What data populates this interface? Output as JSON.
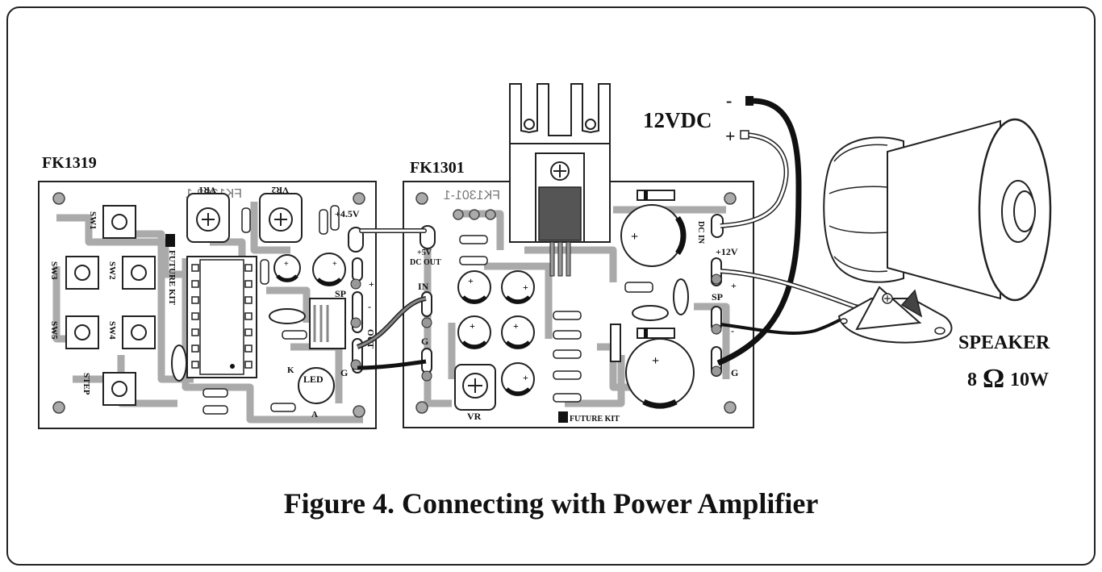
{
  "labels": {
    "board_left": "FK1319",
    "board_right": "FK1301",
    "power": "12VDC",
    "power_minus": "-",
    "power_plus": "+",
    "speaker_line1": "SPEAKER",
    "speaker_ohm": "8",
    "speaker_omega": "Ω",
    "speaker_watt": "10W"
  },
  "left_board": {
    "silk_code": "FK1302-1",
    "sw1": "SW1",
    "sw2": "SW2",
    "sw3": "SW3",
    "sw4": "SW4",
    "sw5": "SW5",
    "step": "STEP",
    "vr1": "VR1",
    "vr2": "VR2",
    "v45": "+4.5V",
    "sp": "SP",
    "plus": "+",
    "minus": "-",
    "out": "OUT",
    "g": "G",
    "led": "LED",
    "k": "K",
    "a": "A",
    "logo": "FUTURE KIT"
  },
  "right_board": {
    "silk_code": "FK1301-1",
    "v5": "+5V",
    "dc_out": "DC OUT",
    "in": "IN",
    "g": "G",
    "vr": "VR",
    "dc_in": "DC IN",
    "v12": "+12V",
    "sp": "SP",
    "plus": "+",
    "minus": "-",
    "g2": "G",
    "logo": "FUTURE KIT"
  },
  "caption": "Figure 4. Connecting with Power Amplifier"
}
